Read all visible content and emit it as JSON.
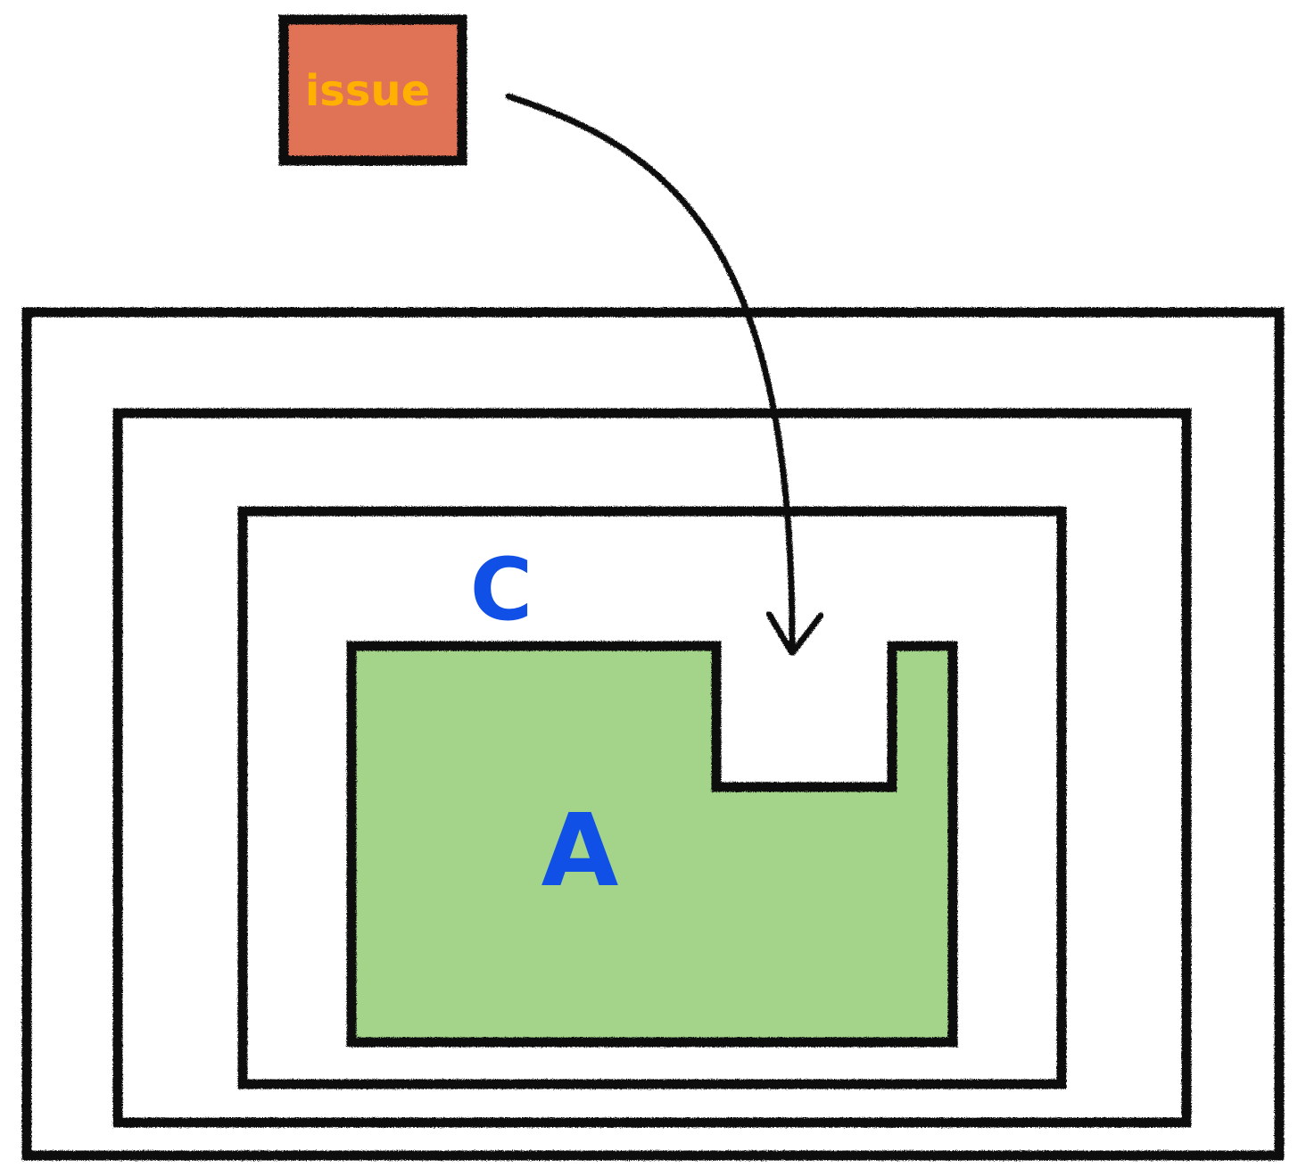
{
  "labels": {
    "issue": "issue",
    "c": "C",
    "a": "A"
  },
  "colors": {
    "issue_fill": "#e07257",
    "issue_text": "#ffb000",
    "region_fill": "#a3d48a",
    "letter_blue": "#1150e6",
    "stroke": "#111111",
    "background": "#ffffff"
  }
}
